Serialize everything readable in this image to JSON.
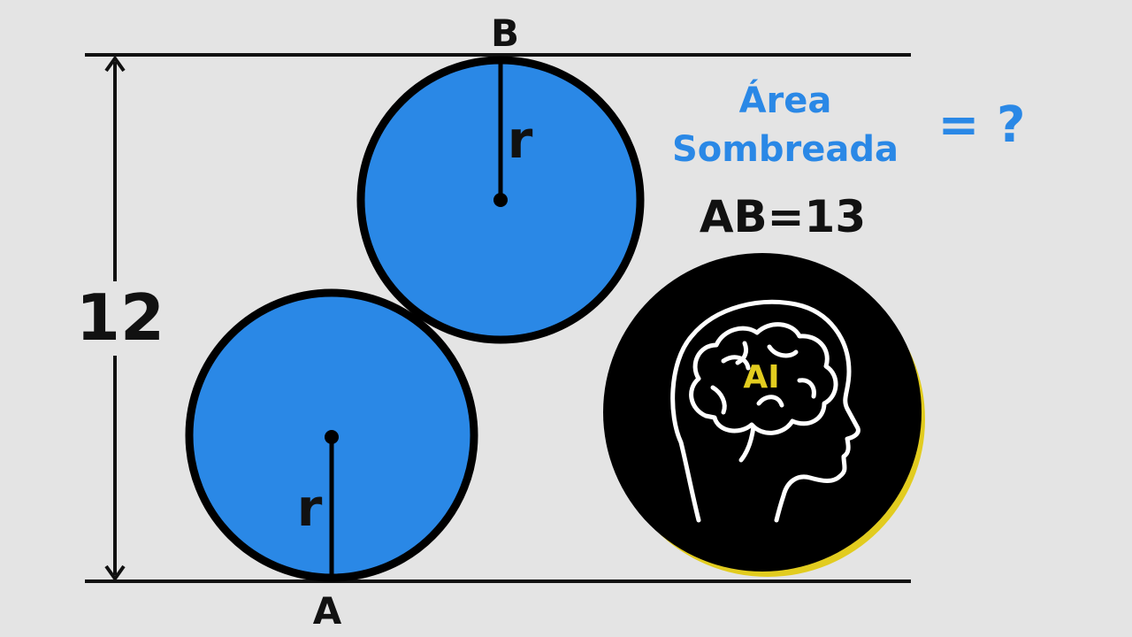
{
  "labels": {
    "top_point": "B",
    "bottom_point": "A",
    "height": "12",
    "radius_upper": "r",
    "radius_lower": "r",
    "title_line1": "Área",
    "title_line2": "Sombreada",
    "equals_question": "= ?",
    "ab_value": "AB=13",
    "ai_logo": "AI"
  },
  "icons": {
    "brain_head": "ai-brain-head-icon"
  },
  "colors": {
    "background": "#e4e4e4",
    "circle_fill": "#2a88e6",
    "accent_blue": "#2a88e6",
    "ink": "#111111",
    "logo_bg": "#000000",
    "logo_ring": "#e2cc1f",
    "logo_text": "#e2cc1f"
  }
}
